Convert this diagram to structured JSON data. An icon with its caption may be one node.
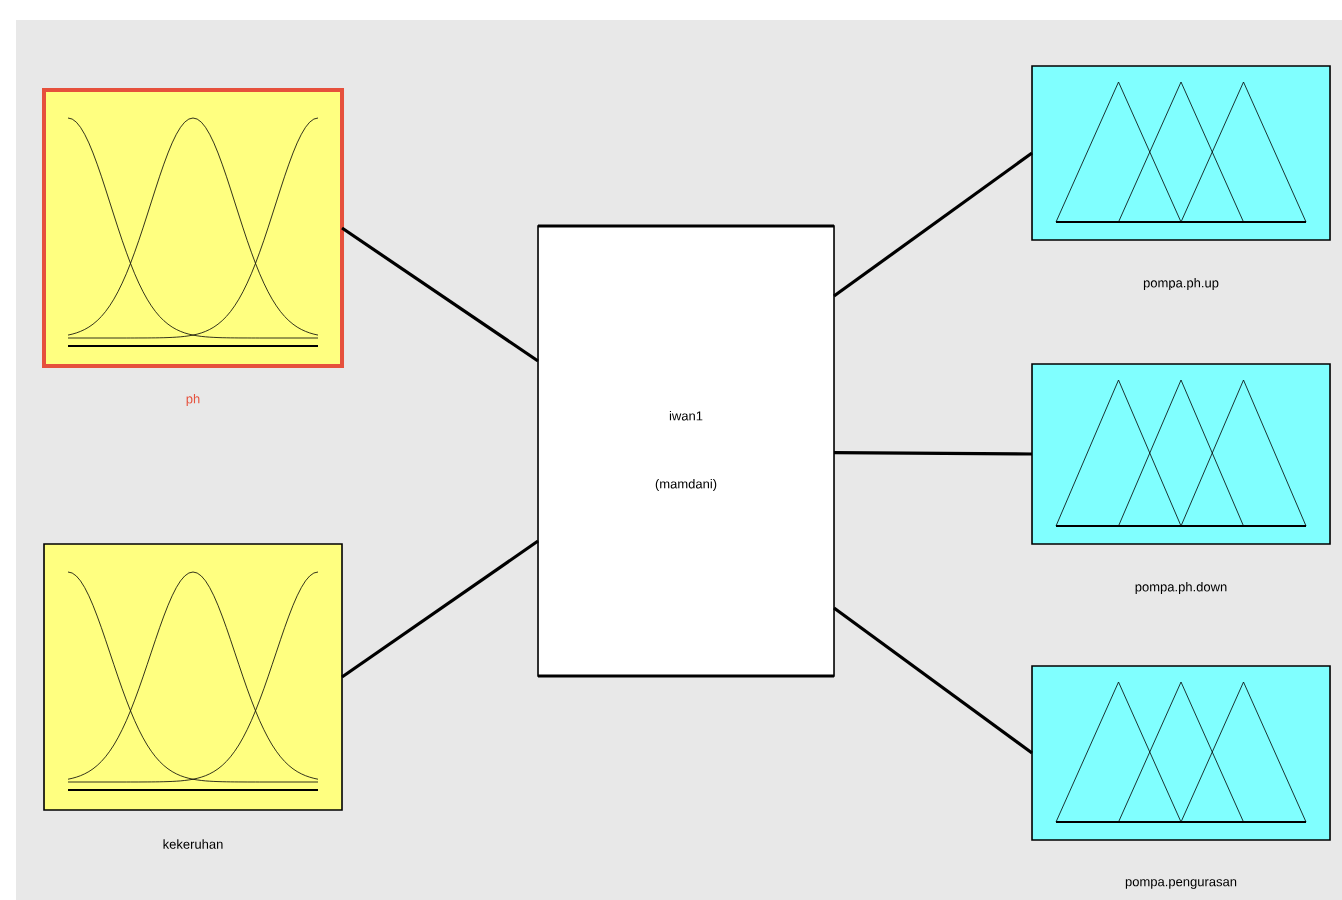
{
  "diagram": {
    "nodes": [
      {
        "text": [
          "ph"
        ]
      },
      {
        "text": [
          "kekeruhan"
        ]
      },
      {
        "text": [
          "iwan1",
          "(mamdani)"
        ]
      },
      {
        "text": [
          "pompa.ph.up"
        ]
      },
      {
        "text": [
          "pompa.ph.down"
        ]
      },
      {
        "text": [
          "pompa.pengurasan"
        ]
      }
    ],
    "edges": [
      {
        "from": 0,
        "to": 2,
        "arrow": "none"
      },
      {
        "from": 1,
        "to": 2,
        "arrow": "none"
      },
      {
        "from": 2,
        "to": 3,
        "arrow": "none"
      },
      {
        "from": 2,
        "to": 4,
        "arrow": "none"
      },
      {
        "from": 2,
        "to": 5,
        "arrow": "none"
      }
    ]
  }
}
